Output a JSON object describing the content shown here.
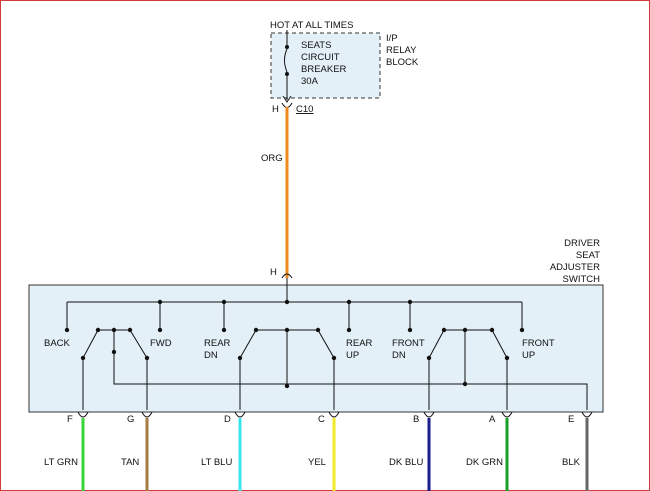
{
  "power": {
    "hot_label": "HOT AT ALL TIMES",
    "breaker_lines": [
      "SEATS",
      "CIRCUIT",
      "BREAKER",
      "30A"
    ],
    "block_lines": [
      "I/P",
      "RELAY",
      "BLOCK"
    ],
    "pin": "H",
    "connector": "C10",
    "wire_color_label": "ORG",
    "wire_color": "#f08a1c"
  },
  "switch": {
    "title_lines": [
      "DRIVER",
      "SEAT",
      "ADJUSTER",
      "SWITCH"
    ],
    "input_pin": "H",
    "box_fill": "#e4f0f8",
    "groups": [
      {
        "left_lines": [
          "BACK"
        ],
        "right_lines": [
          "FWD"
        ]
      },
      {
        "left_lines": [
          "REAR",
          "DN"
        ],
        "right_lines": [
          "REAR",
          "UP"
        ]
      },
      {
        "left_lines": [
          "FRONT",
          "DN"
        ],
        "right_lines": [
          "FRONT",
          "UP"
        ]
      }
    ]
  },
  "outputs": [
    {
      "pin": "F",
      "label": "LT GRN",
      "color": "#39d43a"
    },
    {
      "pin": "G",
      "label": "TAN",
      "color": "#a67c44"
    },
    {
      "pin": "D",
      "label": "LT BLU",
      "color": "#38e4ee"
    },
    {
      "pin": "C",
      "label": "YEL",
      "color": "#f2ea24"
    },
    {
      "pin": "B",
      "label": "DK BLU",
      "color": "#1a1e8c"
    },
    {
      "pin": "A",
      "label": "DK GRN",
      "color": "#18a028"
    },
    {
      "pin": "E",
      "label": "BLK",
      "color": "#666666"
    }
  ]
}
